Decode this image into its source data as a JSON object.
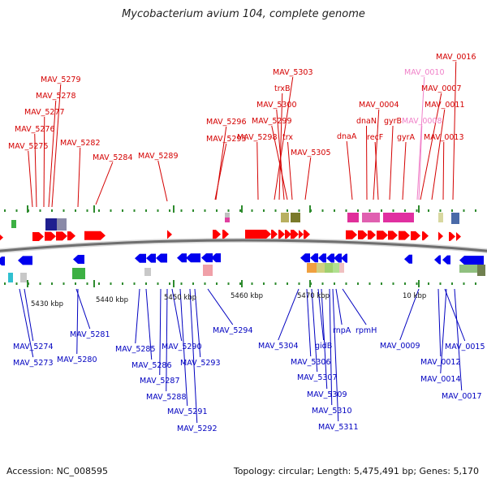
{
  "title": "Mycobacterium avium 104, complete genome",
  "footer": {
    "accession": "Accession: NC_008595",
    "topology": "Topology: circular; Length: 5,475,491 bp; Genes: 5,170"
  },
  "colors": {
    "forward_label": "#d40000",
    "forward_label_light": "#f080c8",
    "reverse_label": "#0000c0",
    "forward_gene": "#ff0000",
    "reverse_gene": "#0000ee",
    "backbone": "#777777",
    "tick": "#2e8b2e"
  },
  "ticks": [
    "5430 kbp",
    "5440 kbp",
    "5450 kbp",
    "5460 kbp",
    "5470 kbp",
    "10 kbp"
  ],
  "forward_labels": [
    {
      "text": "MAV_5279",
      "light": false
    },
    {
      "text": "MAV_5278",
      "light": false
    },
    {
      "text": "MAV_5277",
      "light": false
    },
    {
      "text": "MAV_5276",
      "light": false
    },
    {
      "text": "MAV_5275",
      "light": false
    },
    {
      "text": "MAV_5282",
      "light": false
    },
    {
      "text": "MAV_5284",
      "light": false
    },
    {
      "text": "MAV_5289",
      "light": false
    },
    {
      "text": "MAV_5296",
      "light": false
    },
    {
      "text": "MAV_5295",
      "light": false
    },
    {
      "text": "MAV_5298",
      "light": false
    },
    {
      "text": "MAV_5303",
      "light": false
    },
    {
      "text": "trxB",
      "light": false
    },
    {
      "text": "MAV_5300",
      "light": false
    },
    {
      "text": "MAV_5299",
      "light": false
    },
    {
      "text": "trx",
      "light": false
    },
    {
      "text": "MAV_5305",
      "light": false
    },
    {
      "text": "dnaA",
      "light": false
    },
    {
      "text": "dnaN",
      "light": false
    },
    {
      "text": "MAV_0004",
      "light": false
    },
    {
      "text": "recF",
      "light": false
    },
    {
      "text": "gyrB",
      "light": false
    },
    {
      "text": "gyrA",
      "light": false
    },
    {
      "text": "MAV_0010",
      "light": true
    },
    {
      "text": "MAV_0007",
      "light": false
    },
    {
      "text": "MAV_0008",
      "light": true
    },
    {
      "text": "MAV_0011",
      "light": false
    },
    {
      "text": "MAV_0013",
      "light": false
    },
    {
      "text": "MAV_0016",
      "light": false
    }
  ],
  "reverse_labels": [
    {
      "text": "MAV_5274"
    },
    {
      "text": "MAV_5273"
    },
    {
      "text": "MAV_5281"
    },
    {
      "text": "MAV_5280"
    },
    {
      "text": "MAV_5285"
    },
    {
      "text": "MAV_5286"
    },
    {
      "text": "MAV_5287"
    },
    {
      "text": "MAV_5288"
    },
    {
      "text": "MAV_5290"
    },
    {
      "text": "MAV_5291"
    },
    {
      "text": "MAV_5292"
    },
    {
      "text": "MAV_5293"
    },
    {
      "text": "MAV_5294"
    },
    {
      "text": "MAV_5304"
    },
    {
      "text": "MAV_5306"
    },
    {
      "text": "gidB"
    },
    {
      "text": "MAV_5307"
    },
    {
      "text": "MAV_5309"
    },
    {
      "text": "MAV_5310"
    },
    {
      "text": "MAV_5311"
    },
    {
      "text": "rnpA"
    },
    {
      "text": "rpmH"
    },
    {
      "text": "MAV_0009"
    },
    {
      "text": "MAV_0012"
    },
    {
      "text": "MAV_0015"
    },
    {
      "text": "MAV_0014"
    },
    {
      "text": "MAV_0017"
    }
  ]
}
